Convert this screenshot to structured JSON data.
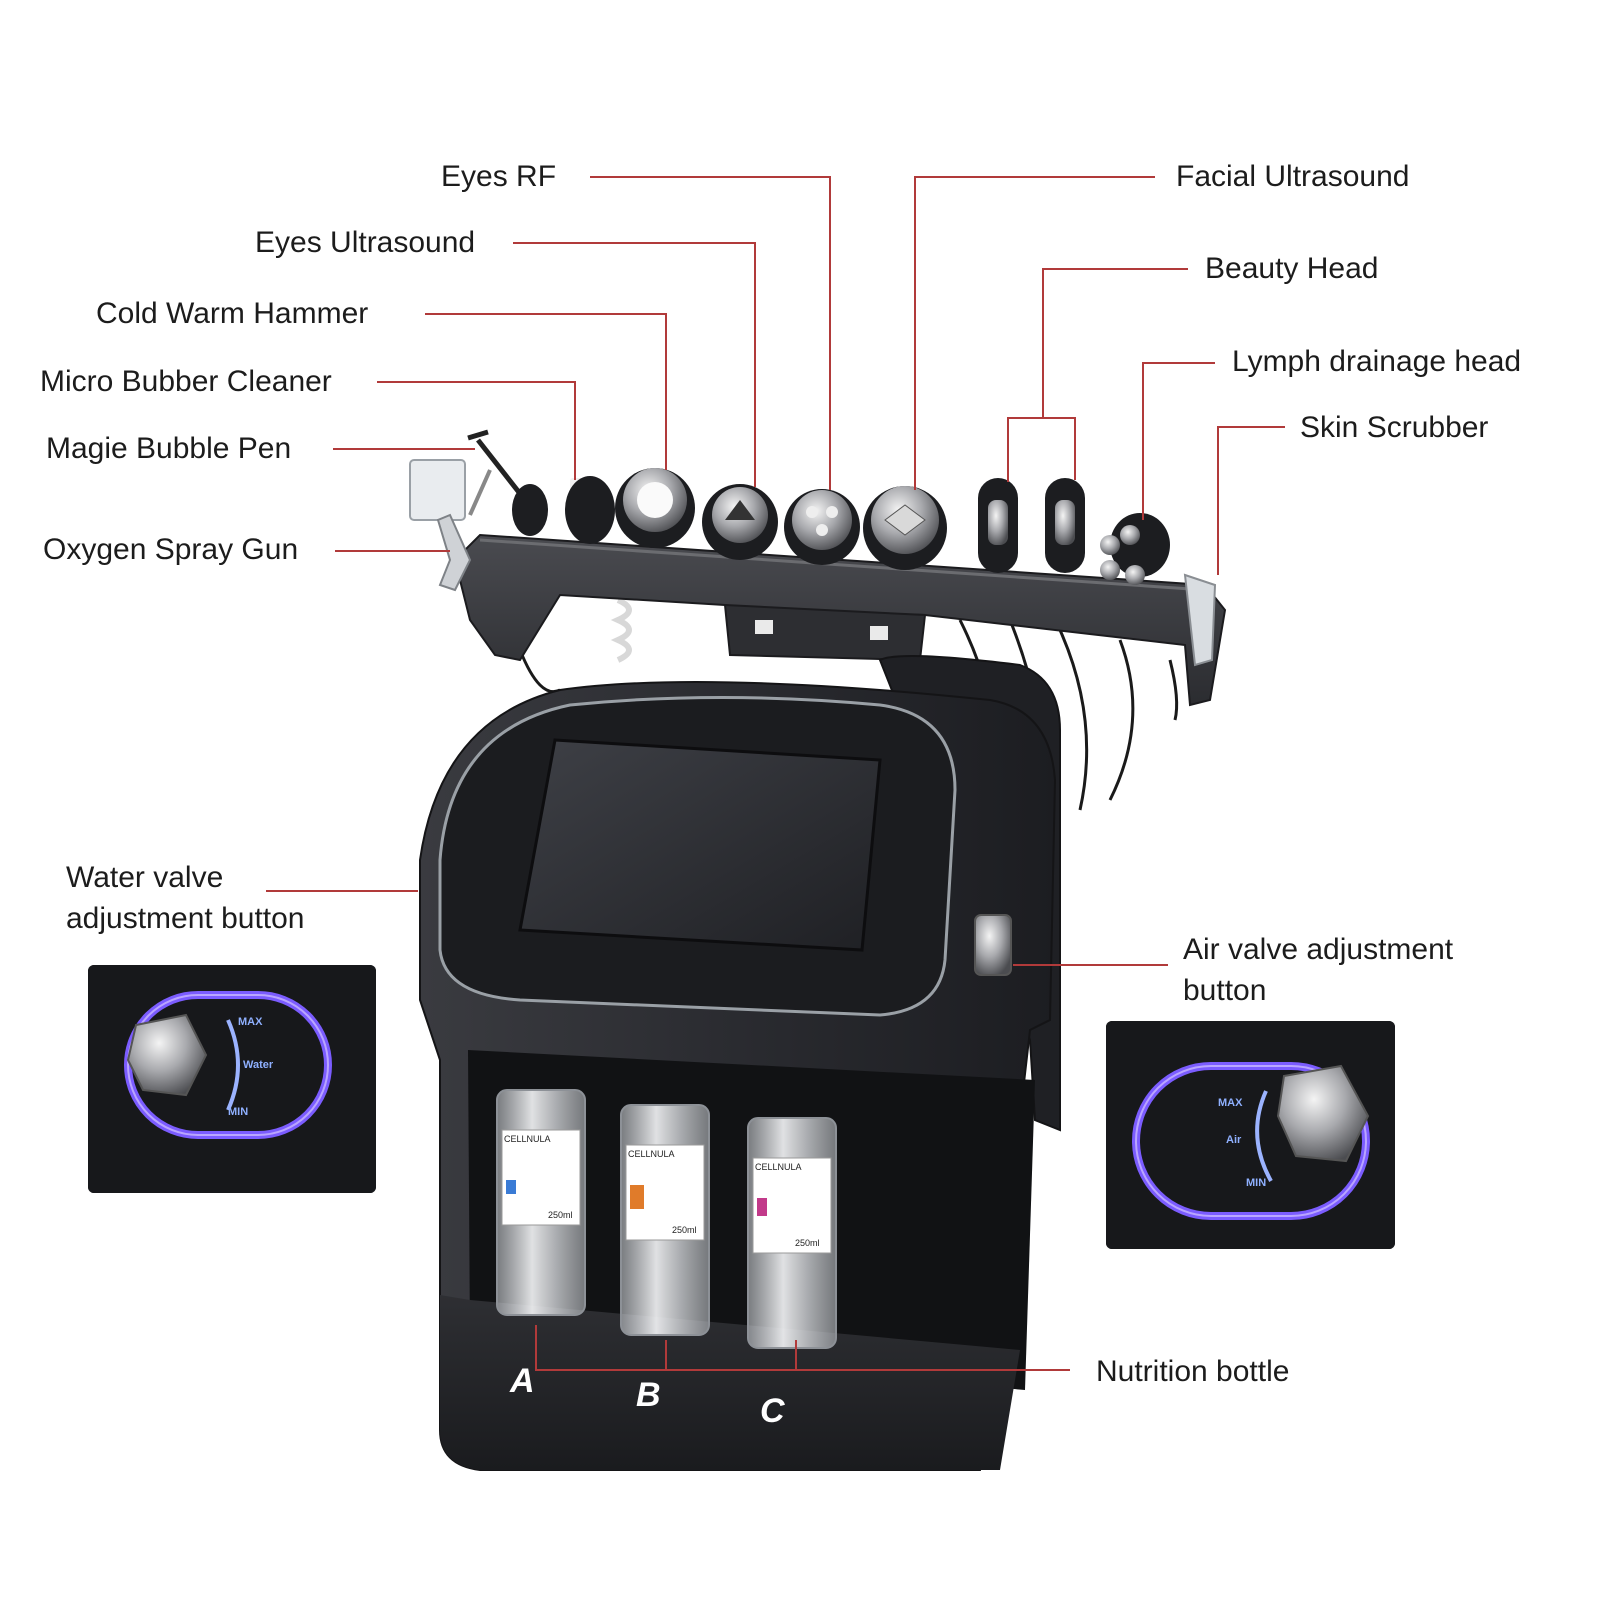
{
  "labels": {
    "eyes_rf": "Eyes RF",
    "eyes_ultrasound": "Eyes Ultrasound",
    "cold_warm_hammer": "Cold Warm Hammer",
    "micro_bubber_cleaner": "Micro Bubber Cleaner",
    "magie_bubble_pen": "Magie Bubble Pen",
    "oxygen_spray_gun": "Oxygen Spray Gun",
    "facial_ultrasound": "Facial Ultrasound",
    "beauty_head": "Beauty Head",
    "lymph_drainage_head": "Lymph drainage head",
    "skin_scrubber": "Skin Scrubber",
    "water_valve_line1": "Water valve",
    "water_valve_line2": "adjustment button",
    "air_valve_line1": "Air valve adjustment",
    "air_valve_line2": "button",
    "nutrition_bottle": "Nutrition bottle"
  },
  "bottle_letters": [
    "A",
    "B",
    "C"
  ],
  "bottle_brand": "CELLNULA",
  "bottle_volume": "250ml",
  "knob_labels": {
    "max": "MAX",
    "min": "MIN",
    "water": "Water",
    "air": "Air"
  },
  "colors": {
    "leader_line": "#b13a3a",
    "device_body": "#2c2d31",
    "glow": "#7b5cff",
    "bottle_a_accent": "#3a7bd5",
    "bottle_b_accent": "#e07b2a",
    "bottle_c_accent": "#c23a8a"
  }
}
